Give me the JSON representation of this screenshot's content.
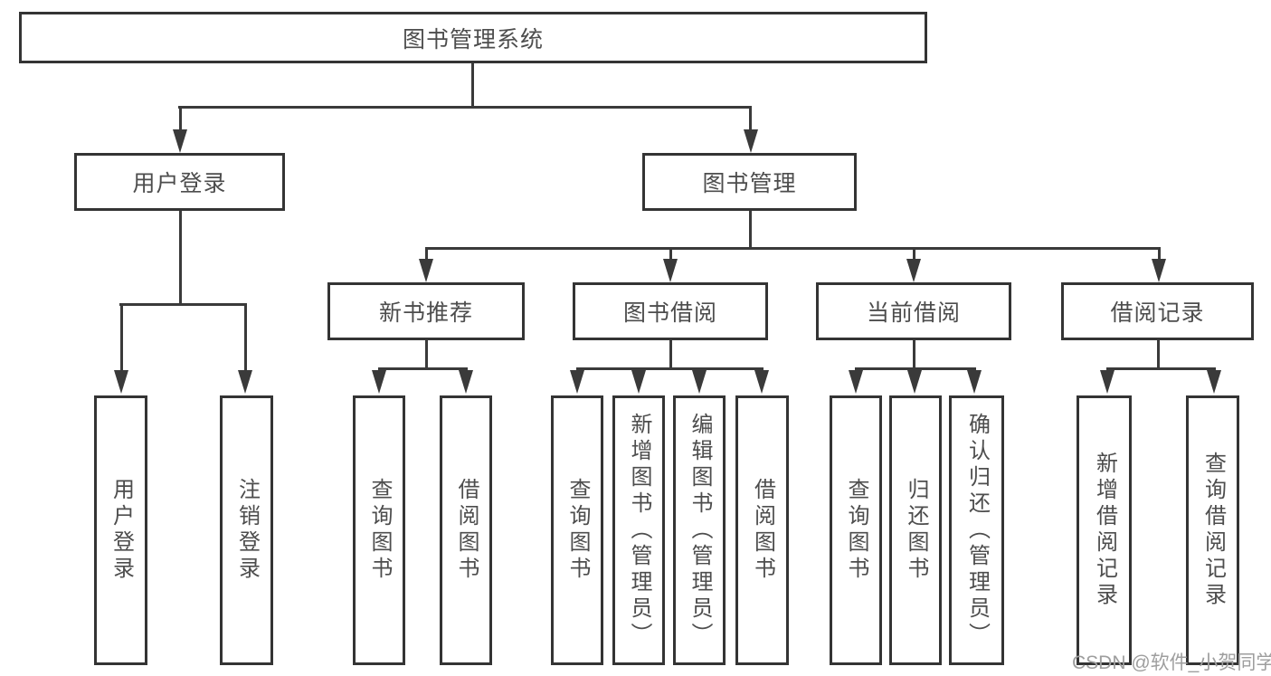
{
  "diagram": {
    "nodes": {
      "root": "图书管理系统",
      "user_login": "用户登录",
      "book_mgmt": "图书管理",
      "new_book_rec": "新书推荐",
      "book_borrow": "图书借阅",
      "current_borrow": "当前借阅",
      "borrow_records": "借阅记录",
      "user_login_leaf": "用户登录",
      "logout_leaf": "注销登录",
      "query_books_rec": "查询图书",
      "borrow_books_rec": "借阅图书",
      "query_books_borrow": "查询图书",
      "add_books_admin": "新增图书（管理员）",
      "edit_books_admin": "编辑图书（管理员）",
      "borrow_books_leaf": "借阅图书",
      "query_books_current": "查询图书",
      "return_books": "归还图书",
      "confirm_return_admin": "确认归还（管理员）",
      "add_borrow_record": "新增借阅记录",
      "query_borrow_record": "查询借阅记录"
    },
    "watermark": "CSDN @软件_小贺同学"
  }
}
